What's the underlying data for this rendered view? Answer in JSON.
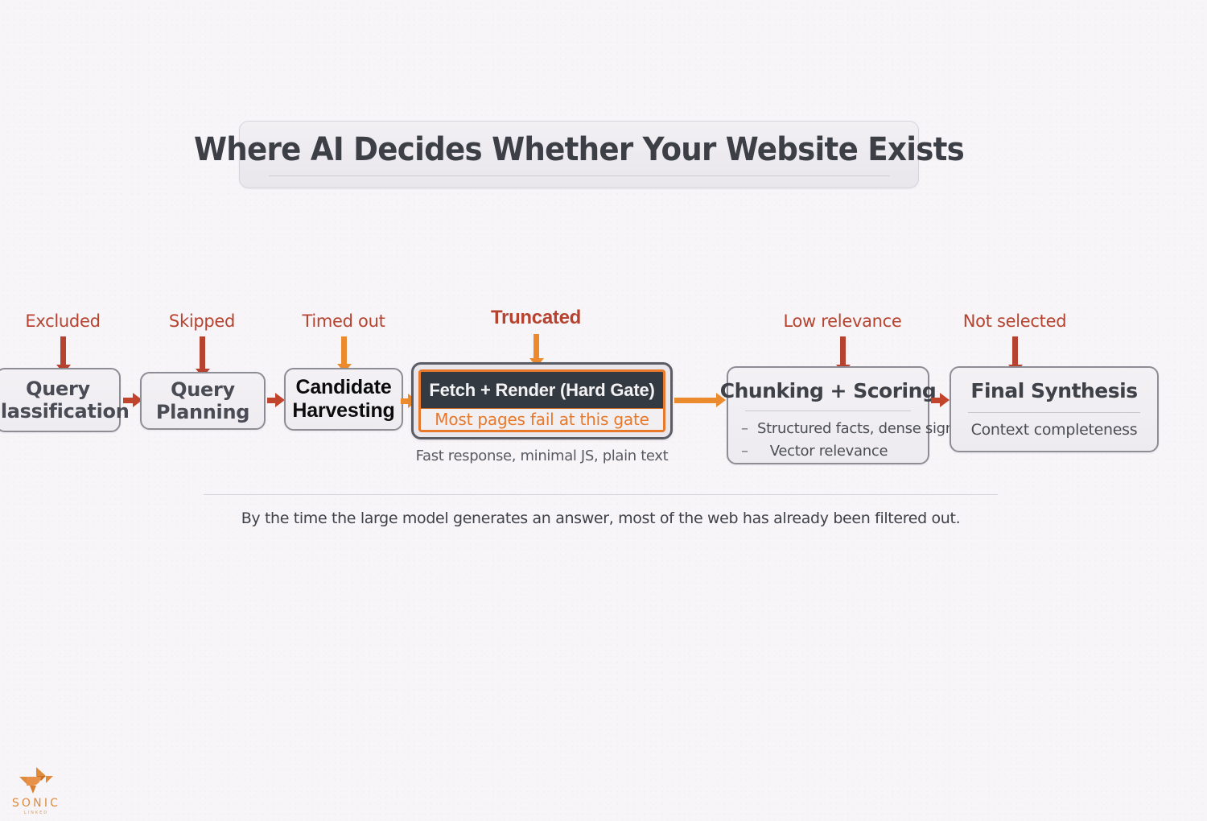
{
  "background_color": "#f8f5f9",
  "title": {
    "text": "Where AI Decides Whether Your Website Exists"
  },
  "colors": {
    "brick_red": "#b5432f",
    "orange": "#e8782a",
    "dark_slate": "#343a42",
    "node_border": "#8d8d96",
    "text_gray": "#4a4c55"
  },
  "drop_labels": [
    {
      "id": "excluded",
      "text": "Excluded",
      "arrow_color": "#b5432f"
    },
    {
      "id": "skipped",
      "text": "Skipped",
      "arrow_color": "#b5432f"
    },
    {
      "id": "timed-out",
      "text": "Timed out",
      "arrow_color": "#ec8a2e"
    },
    {
      "id": "truncated",
      "text": "Truncated",
      "arrow_color": "#ec8a2e"
    },
    {
      "id": "low-relevance",
      "text": "Low relevance",
      "arrow_color": "#b5432f"
    },
    {
      "id": "not-selected",
      "text": "Not selected",
      "arrow_color": "#b5432f"
    }
  ],
  "pipeline": {
    "query_classification": {
      "line1": "Query",
      "line2": "Classification"
    },
    "query_planning": {
      "line1": "Query",
      "line2": "Planning"
    },
    "candidate_harvesting": {
      "line1": "Candidate",
      "line2": "Harvesting"
    },
    "gate": {
      "header": "Fetch + Render (Hard Gate)",
      "body": "Most pages fail at this gate",
      "caption": "Fast response, minimal JS, plain text"
    },
    "chunking_scoring": {
      "title": "Chunking + Scoring",
      "items": [
        {
          "dash": "–",
          "text": "Structured facts, dense signal"
        },
        {
          "dash": "–",
          "text": "Vector relevance"
        }
      ]
    },
    "final_synthesis": {
      "title": "Final Synthesis",
      "subtitle": "Context completeness"
    }
  },
  "footer": {
    "text": "By the time the large model generates an answer, most of the web has already been filtered out."
  },
  "logo": {
    "wordmark": "SONIC",
    "subtext": "LINKED"
  }
}
